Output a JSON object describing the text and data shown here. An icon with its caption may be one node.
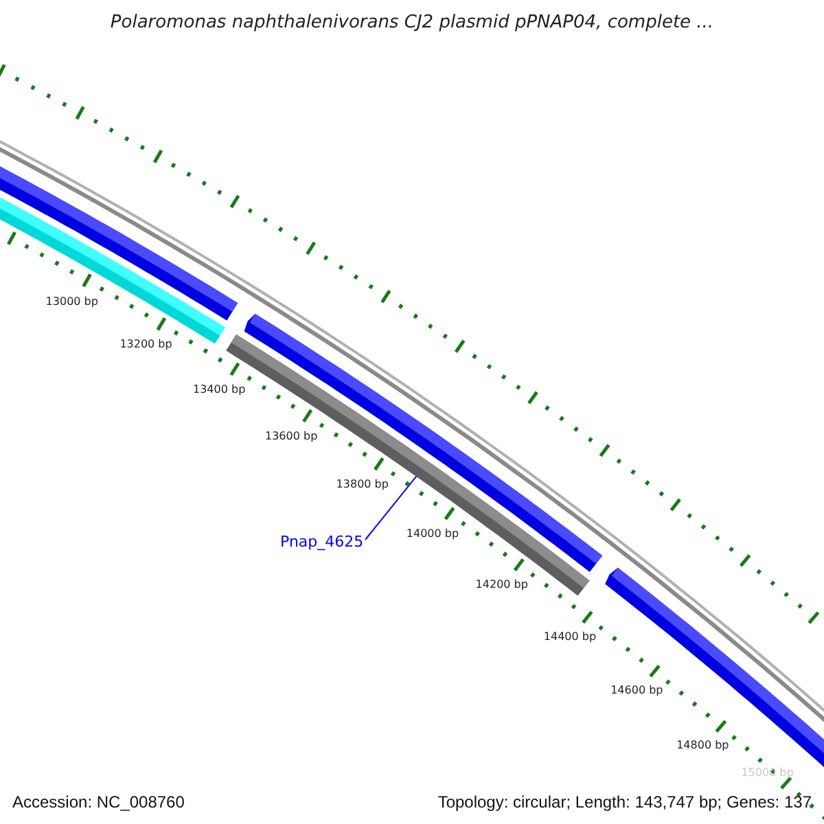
{
  "diagram": {
    "title": "Polaromonas naphthalenivorans CJ2 plasmid pPNAP04, complete ...",
    "nodes": [
      {
        "text": [
          "Pnap_4625"
        ]
      },
      {
        "text": [],
        "shape": "bar"
      }
    ],
    "edges": [
      {
        "from": 0,
        "to": 1,
        "arrow": "none"
      }
    ],
    "labels": [
      "13000 bp",
      "13200 bp",
      "13400 bp",
      "13600 bp",
      "13800 bp",
      "14000 bp",
      "14200 bp",
      "14400 bp",
      "14600 bp",
      "14800 bp",
      "15000 bp",
      "Accession: NC_008760",
      "Topology: circular; Length: 143,747 bp; Genes: 137"
    ]
  }
}
